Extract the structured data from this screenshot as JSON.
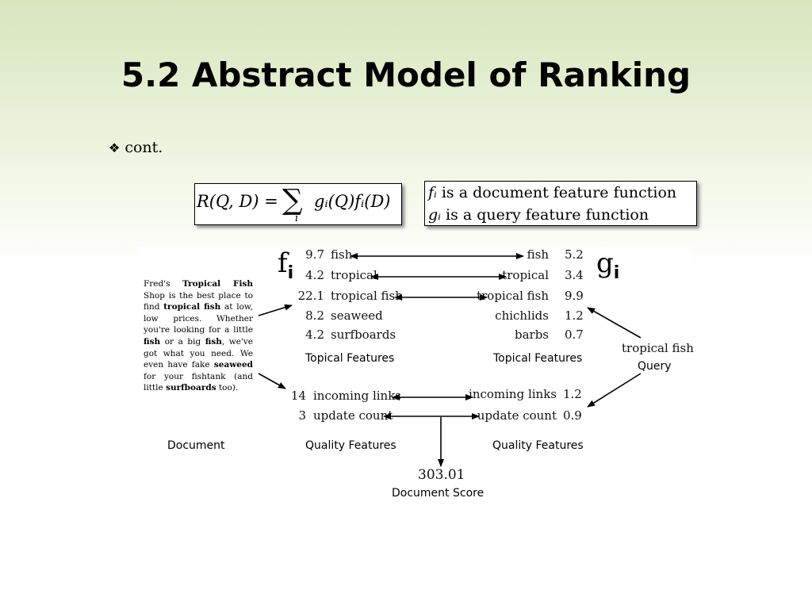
{
  "slide": {
    "title": "5.2 Abstract Model of Ranking",
    "bullet_symbol": "❖",
    "bullet_text": "cont."
  },
  "formula": {
    "lhs": "R(Q, D) =",
    "sum_symbol": "∑",
    "sum_index": "i",
    "rhs": "gᵢ(Q)fᵢ(D)"
  },
  "definitions": [
    {
      "symbol": "fᵢ",
      "text": "is a document feature function"
    },
    {
      "symbol": "gᵢ",
      "text": "is a query feature function"
    }
  ],
  "diagram": {
    "document_text_html": "Fred's <b>Tropical Fish</b> Shop is the best place to find <b>tropical fish</b> at low, low prices. Whether you're looking for a little <b>fish</b> or a big <b>fish</b>, we've got what you need. We even have fake <b>seaweed</b> for your fishtank (and little <b>surfboards</b> too).",
    "f_symbol": "f",
    "f_sub": "i",
    "g_symbol": "g",
    "g_sub": "i",
    "doc_topical": [
      {
        "value": "9.7",
        "label": "fish"
      },
      {
        "value": "4.2",
        "label": "tropical"
      },
      {
        "value": "22.1",
        "label": "tropical fish"
      },
      {
        "value": "8.2",
        "label": "seaweed"
      },
      {
        "value": "4.2",
        "label": "surfboards"
      }
    ],
    "query_topical": [
      {
        "label": "fish",
        "value": "5.2"
      },
      {
        "label": "tropical",
        "value": "3.4"
      },
      {
        "label": "tropical fish",
        "value": "9.9"
      },
      {
        "label": "chichlids",
        "value": "1.2"
      },
      {
        "label": "barbs",
        "value": "0.7"
      }
    ],
    "doc_quality": [
      {
        "value": "14",
        "label": "incoming links"
      },
      {
        "value": "3",
        "label": "update count"
      }
    ],
    "query_quality": [
      {
        "label": "incoming links",
        "value": "1.2"
      },
      {
        "label": "update count",
        "value": "0.9"
      }
    ],
    "query_text": "tropical fish",
    "query_label": "Query",
    "topical_features_label": "Topical Features",
    "quality_features_label": "Quality Features",
    "document_label": "Document",
    "score_value": "303.01",
    "score_label": "Document Score"
  }
}
